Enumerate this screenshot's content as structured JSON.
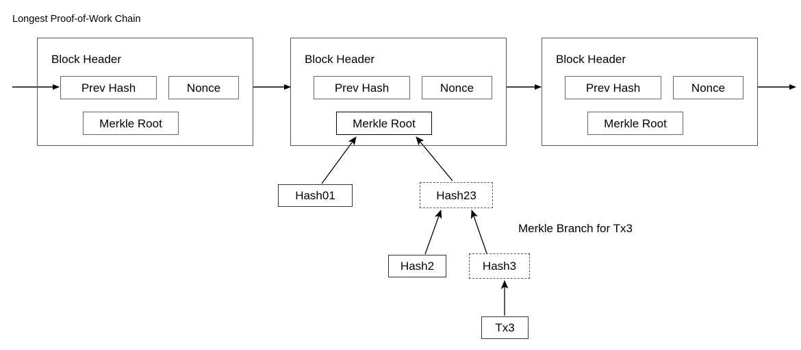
{
  "diagram": {
    "title": "Longest Proof-of-Work Chain",
    "caption": "Merkle Branch for Tx3",
    "colors": {
      "background": "#ffffff",
      "stroke": "#000000",
      "outer_block_border": "#555555",
      "inner_box_border": "#666666",
      "dashed_box_border": "#555555"
    }
  },
  "blocks": [
    {
      "header_label": "Block Header",
      "prev_hash_label": "Prev Hash",
      "nonce_label": "Nonce",
      "merkle_root_label": "Merkle Root"
    },
    {
      "header_label": "Block Header",
      "prev_hash_label": "Prev Hash",
      "nonce_label": "Nonce",
      "merkle_root_label": "Merkle Root"
    },
    {
      "header_label": "Block Header",
      "prev_hash_label": "Prev Hash",
      "nonce_label": "Nonce",
      "merkle_root_label": "Merkle Root"
    }
  ],
  "merkle_nodes": [
    {
      "label": "Hash01",
      "style": "solid"
    },
    {
      "label": "Hash23",
      "style": "dashed"
    },
    {
      "label": "Hash2",
      "style": "solid"
    },
    {
      "label": "Hash3",
      "style": "dashed"
    },
    {
      "label": "Tx3",
      "style": "solid"
    }
  ]
}
